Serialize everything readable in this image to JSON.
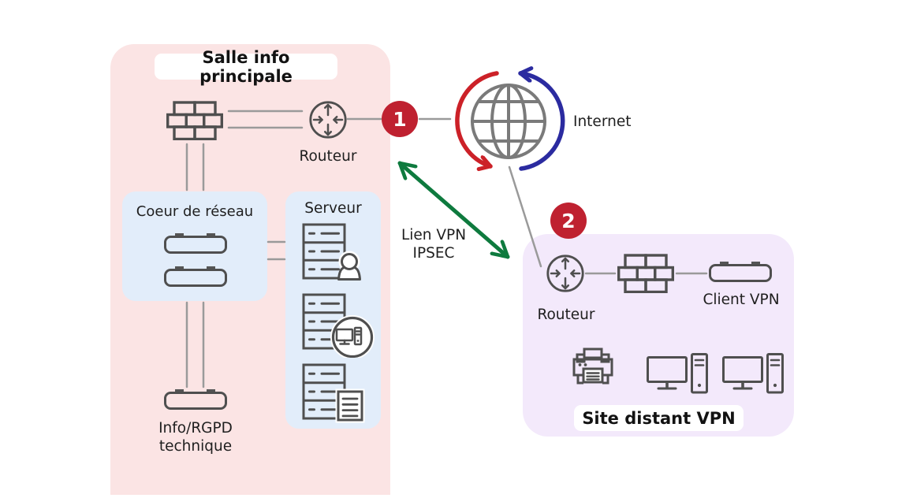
{
  "diagram": {
    "main_room": {
      "title": "Salle info principale",
      "router_label": "Routeur",
      "core_network_title": "Coeur de réseau",
      "server_title": "Serveur",
      "technical_switch_label": [
        "Info/RGPD",
        "technique"
      ]
    },
    "internet_label": "Internet",
    "badge_1": "1",
    "badge_2": "2",
    "vpn_link_label": [
      "Lien VPN",
      "IPSEC"
    ],
    "remote_site": {
      "title": "Site distant VPN",
      "router_label": "Routeur",
      "client_vpn_label": "Client VPN"
    }
  },
  "icons": {
    "firewall": "brick-wall",
    "router": "circle-with-four-arrows",
    "switch": "rounded-network-appliance",
    "internet": "globe-with-red-blue-cycle-arrows",
    "server_user": "server-rack-with-user",
    "server_workstation": "server-rack-with-desktop-circle",
    "server_document": "server-rack-with-document",
    "printer": "printer",
    "computer": "desktop-computer-with-tower"
  },
  "colors": {
    "main_room_bg": "#fbe4e4",
    "inner_box_bg": "#e2edfa",
    "remote_site_bg": "#f3e9fb",
    "badge_bg": "#bf2130",
    "vpn_green": "#0e7a3e",
    "internet_red": "#cc2128",
    "internet_blue": "#2b2ba0",
    "icon_stroke": "#4f4f4f",
    "line_gray": "#9a9a9a"
  }
}
